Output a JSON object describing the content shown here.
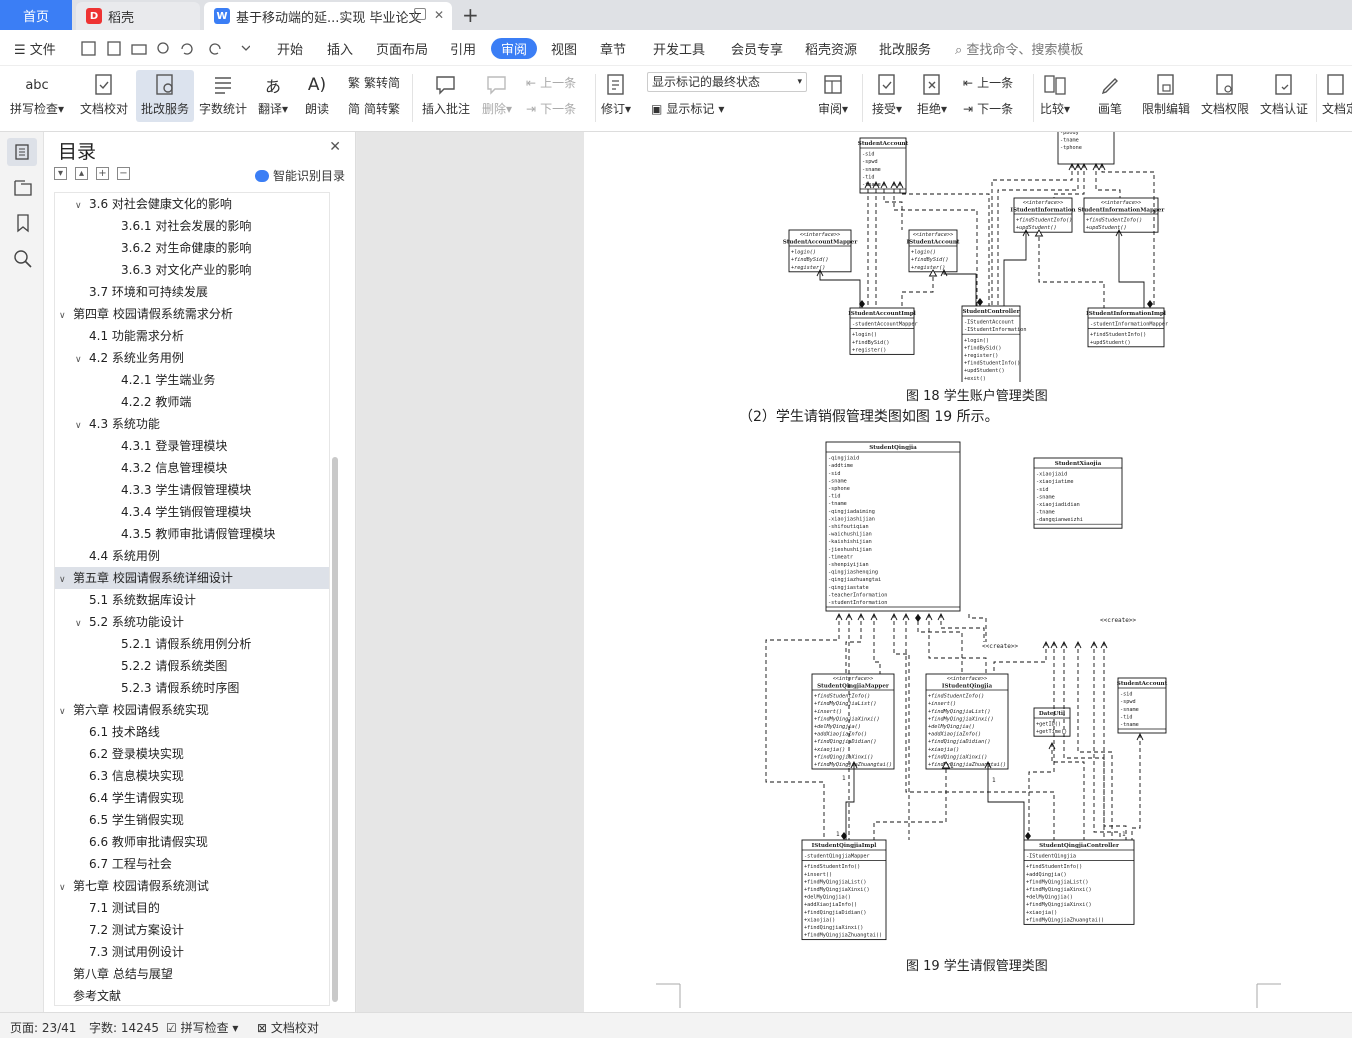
{
  "tabs": {
    "home": "首页",
    "items": [
      {
        "label": "稻壳",
        "icon": "docer-icon",
        "color": "#e33"
      },
      {
        "label": "基于移动端的延...实现 毕业论文",
        "icon": "word-doc-icon",
        "color": "#3b7ef5"
      }
    ]
  },
  "menu": {
    "file": "文件",
    "items": [
      "开始",
      "插入",
      "页面布局",
      "引用",
      "审阅",
      "视图",
      "章节",
      "开发工具",
      "会员专享",
      "稻壳资源",
      "批改服务"
    ],
    "active": "审阅",
    "search": "查找命令、搜索模板"
  },
  "ribbon": {
    "spell": "拼写检查",
    "proof": "文档校对",
    "correct": "批改服务",
    "count": "字数统计",
    "translate": "翻译",
    "read": "朗读",
    "trad": "繁转简",
    "simp": "简转繁",
    "insert_comment": "插入批注",
    "delete": "删除",
    "prev": "上一条",
    "next": "下一条",
    "revise": "修订",
    "markup_state": "显示标记的最终状态",
    "show_markup": "显示标记",
    "review": "审阅",
    "accept": "接受",
    "reject": "拒绝",
    "prev2": "上一条",
    "next2": "下一条",
    "compare": "比较",
    "pen": "画笔",
    "restrict": "限制编辑",
    "permission": "文档权限",
    "certify": "文档认证",
    "finalize": "文档定"
  },
  "outline": {
    "title": "目录",
    "smart": "智能识别目录",
    "items": [
      {
        "text": "3.6 对社会健康文化的影响",
        "level": 2,
        "arrow": true
      },
      {
        "text": "3.6.1 对社会发展的影响",
        "level": 3
      },
      {
        "text": "3.6.2 对生命健康的影响",
        "level": 3
      },
      {
        "text": "3.6.3 对文化产业的影响",
        "level": 3
      },
      {
        "text": "3.7 环境和可持续发展",
        "level": 2
      },
      {
        "text": "第四章 校园请假系统需求分析",
        "level": 1,
        "arrow": true
      },
      {
        "text": "4.1 功能需求分析",
        "level": 2
      },
      {
        "text": "4.2 系统业务用例",
        "level": 2,
        "arrow": true
      },
      {
        "text": "4.2.1 学生端业务",
        "level": 3
      },
      {
        "text": "4.2.2 教师端",
        "level": 3
      },
      {
        "text": "4.3 系统功能",
        "level": 2,
        "arrow": true
      },
      {
        "text": "4.3.1 登录管理模块",
        "level": 3
      },
      {
        "text": "4.3.2 信息管理模块",
        "level": 3
      },
      {
        "text": "4.3.3 学生请假管理模块",
        "level": 3
      },
      {
        "text": "4.3.4 学生销假管理模块",
        "level": 3
      },
      {
        "text": "4.3.5 教师审批请假管理模块",
        "level": 3
      },
      {
        "text": "4.4 系统用例",
        "level": 2
      },
      {
        "text": "第五章 校园请假系统详细设计",
        "level": 1,
        "arrow": true,
        "highlight": true
      },
      {
        "text": "5.1 系统数据库设计",
        "level": 2
      },
      {
        "text": "5.2 系统功能设计",
        "level": 2,
        "arrow": true
      },
      {
        "text": "5.2.1 请假系统用例分析",
        "level": 3
      },
      {
        "text": "5.2.2 请假系统类图",
        "level": 3
      },
      {
        "text": "5.2.3 请假系统时序图",
        "level": 3
      },
      {
        "text": "第六章 校园请假系统实现",
        "level": 1,
        "arrow": true
      },
      {
        "text": "6.1 技术路线",
        "level": 2
      },
      {
        "text": "6.2 登录模块实现",
        "level": 2
      },
      {
        "text": "6.3 信息模块实现",
        "level": 2
      },
      {
        "text": "6.4 学生请假实现",
        "level": 2
      },
      {
        "text": "6.5 学生销假实现",
        "level": 2
      },
      {
        "text": "6.6 教师审批请假实现",
        "level": 2
      },
      {
        "text": "6.7 工程与社会",
        "level": 2
      },
      {
        "text": "第七章 校园请假系统测试",
        "level": 1,
        "arrow": true
      },
      {
        "text": "7.1 测试目的",
        "level": 2
      },
      {
        "text": "7.2 测试方案设计",
        "level": 2
      },
      {
        "text": "7.3 测试用例设计",
        "level": 2
      },
      {
        "text": "第八章 总结与展望",
        "level": 1
      },
      {
        "text": "参考文献",
        "level": 1
      }
    ]
  },
  "document": {
    "fig18_caption": "图 18 学生账户管理类图",
    "para": "（2）学生请销假管理类图如图 19 所示。",
    "fig19_caption": "图 19 学生请假管理类图",
    "fig18": {
      "top_fields": [
        "pbody",
        "tname",
        "tphone"
      ],
      "student_account": {
        "name": "StudentAccount",
        "fields": [
          "sid",
          "spwd",
          "sname",
          "tid",
          "tname"
        ]
      },
      "i_student_information": {
        "stereo": "<<interface>>",
        "name": "IStudentInformation",
        "methods": [
          "findStudentInfo()",
          "updStudent()"
        ]
      },
      "student_information_mapper": {
        "stereo": "<<interface>>",
        "name": "StudentInformationMapper",
        "methods": [
          "findStudentInfo()",
          "updStudent()"
        ]
      },
      "student_account_mapper": {
        "stereo": "<<interface>>",
        "name": "StudentAccountMapper",
        "methods": [
          "login()",
          "findBySid()",
          "register()"
        ]
      },
      "i_student_account": {
        "stereo": "<<interface>>",
        "name": "IStudentAccount",
        "methods": [
          "login()",
          "findBySid()",
          "register()"
        ]
      },
      "i_student_account_impl": {
        "name": "IStudentAccountImpl",
        "fields": [
          "studentAccountMapper"
        ],
        "methods": [
          "login()",
          "findBySid()",
          "register()"
        ]
      },
      "student_controller": {
        "name": "StudentController",
        "fields": [
          "IStudentAccount",
          "IStudentInformation"
        ],
        "methods": [
          "login()",
          "findBySid()",
          "register()",
          "findStudentInfo()",
          "updStudent()",
          "exit()"
        ]
      },
      "i_student_information_impl": {
        "name": "IStudentInformationImpl",
        "fields": [
          "studentInformationMapper"
        ],
        "methods": [
          "findStudentInfo()",
          "updStudent()"
        ]
      }
    },
    "fig19": {
      "student_qingjia": {
        "name": "StudentQingjia",
        "fields": [
          "qingjiaid",
          "addtime",
          "sid",
          "sname",
          "sphone",
          "tid",
          "tname",
          "qingjiadaiming",
          "xiaojiashijian",
          "shifoutiqian",
          "waichushijian",
          "kaishishijian",
          "jieshushijian",
          "timeatr",
          "shenpiyijian",
          "qingjiashenqing",
          "qingjiazhuangtai",
          "qingjiastate",
          "teacherInformation",
          "studentInformation"
        ]
      },
      "student_xiaojia": {
        "name": "StudentXiaojia",
        "fields": [
          "xiaojiaid",
          "xiaojiatime",
          "sid",
          "sname",
          "xiaojiadidian",
          "tname",
          "dangqianweizhi"
        ]
      },
      "create1": "<<create>>",
      "create2": "<<create>>",
      "student_qingjia_mapper": {
        "stereo": "<<interface>>",
        "name": "StudentQingjiaMapper",
        "methods": [
          "findStudentInfo()",
          "findMyQingjiaList()",
          "insert()",
          "findMyQingjiaXinxi()",
          "delMyQingjia()",
          "addXiaojiaInfo()",
          "findQingjiaDidian()",
          "xiaojia()",
          "findQingjiaXinxi()",
          "findMyQingjiaZhuangtai()"
        ]
      },
      "i_student_qingjia": {
        "stereo": "<<interface>>",
        "name": "IStudentQingjia",
        "methods": [
          "findStudentInfo()",
          "insert()",
          "findMyQingjiaList()",
          "findMyQingjiaXinxi()",
          "delMyQingjia()",
          "addXiaojiaInfo()",
          "findQingjiaDidian()",
          "xiaojia()",
          "findQingjiaXinxi()",
          "findMyQingjiaZhuangtai()"
        ]
      },
      "date_util": {
        "name": "DateUtil",
        "methods": [
          "getID()",
          "getTime()"
        ]
      },
      "student_account": {
        "name": "StudentAccount",
        "fields": [
          "sid",
          "spwd",
          "sname",
          "tid",
          "tname"
        ]
      },
      "i_student_qingjia_impl": {
        "name": "IStudentQingjiaImpl",
        "fields": [
          "studentQingjiaMapper"
        ],
        "methods": [
          "findStudentInfo()",
          "insert()",
          "findMyQingjiaList()",
          "findMyQingjiaXinxi()",
          "delMyQingjia()",
          "addXiaojiaInfo()",
          "findQingjiaDidian()",
          "xiaojia()",
          "findQingjiaXinxi()",
          "findMyQingjiaZhuangtai()"
        ]
      },
      "student_qingjia_controller": {
        "name": "StudentQingjiaController",
        "fields": [
          "IStudentQingjia"
        ],
        "methods": [
          "findStudentInfo()",
          "addQingjia()",
          "findMyQingjiaList()",
          "findMyQingjiaXinxi()",
          "delMyQingjia()",
          "findMyQingjiaXinxi()",
          "xiaojia()",
          "findMyQingjiaZhuangtai()"
        ]
      }
    }
  },
  "status": {
    "page": "页面: 23/41",
    "words": "字数: 14245",
    "spell": "拼写检查",
    "proof": "文档校对"
  },
  "colors": {
    "accent": "#3b7ef5",
    "highlight": "#dde1e8"
  }
}
